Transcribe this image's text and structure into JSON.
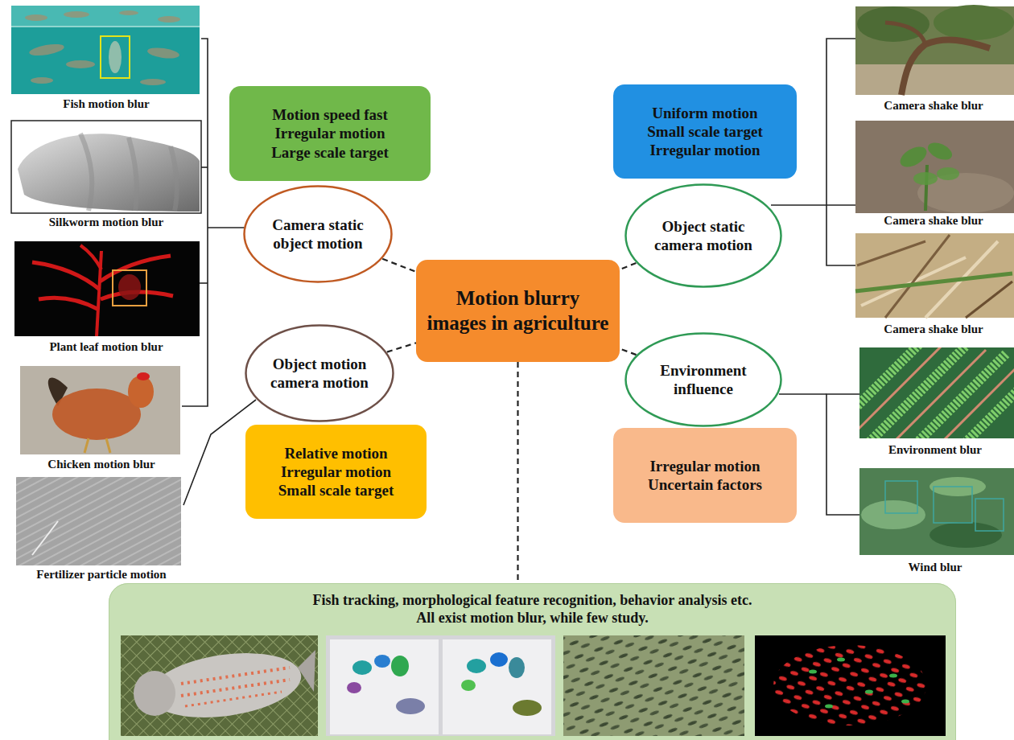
{
  "diagram": {
    "nodes": [
      {
        "text": [
          "Motion speed fast",
          "Irregular motion",
          "Large scale target"
        ]
      },
      {
        "text": [
          "Camera static object motion"
        ]
      },
      {
        "text": [
          "Uniform motion",
          "Small scale target",
          "Irregular motion"
        ]
      },
      {
        "text": [
          "Object static camera motion"
        ]
      },
      {
        "text": [
          "Motion blurry images in agriculture"
        ]
      },
      {
        "text": [
          "Object motion camera motion"
        ]
      },
      {
        "text": [
          "Environment influence"
        ]
      },
      {
        "text": [
          "Relative motion",
          "Irregular motion",
          "Small scale target"
        ]
      },
      {
        "text": [
          "Irregular motion",
          "Uncertain factors"
        ]
      },
      {
        "text": [
          "Fish tracking, morphological feature recognition, behavior analysis etc.",
          "All exist motion blur, while few study."
        ]
      }
    ],
    "edges": [
      {
        "from": 1,
        "to": 4,
        "arrow": "none"
      },
      {
        "from": 3,
        "to": 4,
        "arrow": "none"
      },
      {
        "from": 5,
        "to": 4,
        "arrow": "none"
      },
      {
        "from": 6,
        "to": 4,
        "arrow": "none"
      },
      {
        "from": 4,
        "to": 9,
        "arrow": "none"
      }
    ],
    "labels": [
      "Fish motion blur",
      "Silkworm motion blur",
      "Plant leaf motion blur",
      "Chicken motion blur",
      "Fertilizer particle motion",
      "Camera shake blur",
      "Camera shake blur",
      "Camera shake blur",
      "Environment blur",
      "Wind blur"
    ]
  }
}
